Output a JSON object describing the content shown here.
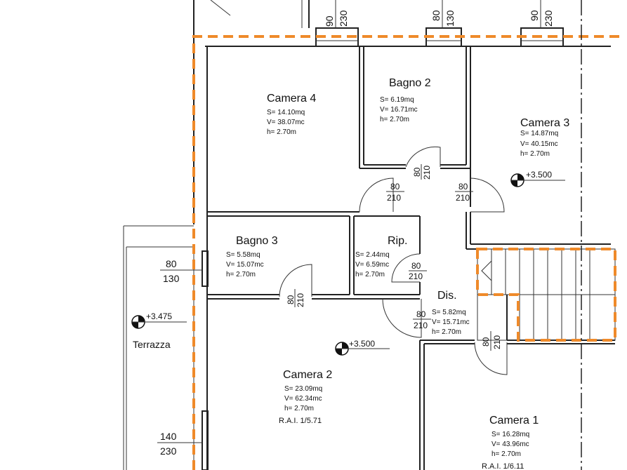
{
  "colors": {
    "boundary": "#ef8a2a",
    "lines": "#222222"
  },
  "rooms": {
    "camera4": {
      "name": "Camera 4",
      "s": "S=   14.10mq",
      "v": "V=   38.07mc",
      "h": "h=     2.70m"
    },
    "bagno2": {
      "name": "Bagno 2",
      "s": "S=    6.19mq",
      "v": "V=   16.71mc",
      "h": "h=     2.70m"
    },
    "camera3": {
      "name": "Camera 3",
      "s": "S=   14.87mq",
      "v": "V=   40.15mc",
      "h": "h=     2.70m"
    },
    "bagno3": {
      "name": "Bagno 3",
      "s": "S=    5.58mq",
      "v": "V=   15.07mc",
      "h": "h=     2.70m"
    },
    "rip": {
      "name": "Rip.",
      "s": "S=  2.44mq",
      "v": "V=  6.59mc",
      "h": "h=  2.70m"
    },
    "dis": {
      "name": "Dis.",
      "s": "S=    5.82mq",
      "v": "V=   15.71mc",
      "h": "h=     2.70m"
    },
    "camera2": {
      "name": "Camera 2",
      "s": "S=   23.09mq",
      "v": "V=   62.34mc",
      "h": "h=     2.70m",
      "rai": "R.A.I.  1/5.71"
    },
    "camera1": {
      "name": "Camera 1",
      "s": "S=   16.28mq",
      "v": "V=   43.96mc",
      "h": "h=     2.70m",
      "rai": "R.A.I.  1/6.11"
    },
    "terrazza": {
      "name": "Terrazza"
    }
  },
  "elevations": {
    "camera3": "+3.500",
    "terrazza": "+3.475",
    "camera2": "+3.500"
  },
  "openings": {
    "top_left": {
      "w": "90",
      "h": "230"
    },
    "top_mid": {
      "w": "80",
      "h": "130"
    },
    "top_right": {
      "w": "90",
      "h": "230"
    },
    "bagno2_door": {
      "w": "80",
      "h": "210"
    },
    "camera4_door": {
      "w": "80",
      "h": "210"
    },
    "camera3_door": {
      "w": "80",
      "h": "210"
    },
    "left_window": {
      "w": "80",
      "h": "130"
    },
    "rip_door": {
      "w": "80",
      "h": "210"
    },
    "bagno3_door": {
      "w": "80",
      "h": "210"
    },
    "dis_door": {
      "w": "80",
      "h": "210"
    },
    "camera1_door": {
      "w": "80",
      "h": "210"
    },
    "left_lower_window": {
      "w": "140",
      "h": "230"
    }
  }
}
